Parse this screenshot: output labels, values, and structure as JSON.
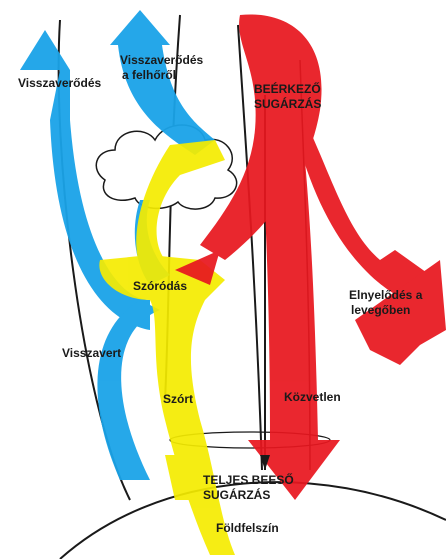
{
  "labels": {
    "reflection": "Visszaverődés",
    "cloud_reflection_1": "Visszaverődés",
    "cloud_reflection_2": "a felhőről",
    "incoming_1": "BEÉRKEZŐ",
    "incoming_2": "SUGÁRZÁS",
    "scattering": "Szóródás",
    "absorption_1": "Elnyelődés a",
    "absorption_2": "levegőben",
    "reflected": "Visszavert",
    "scattered": "Szórt",
    "direct": "Közvetlen",
    "total_1": "TELJES BEESŐ",
    "total_2": "SUGÁRZÁS",
    "surface": "Földfelszín"
  },
  "colors": {
    "incoming": "#e8171f",
    "reflected": "#1aa3e8",
    "scattered": "#f5ec00",
    "outline": "#1a1a1a"
  }
}
